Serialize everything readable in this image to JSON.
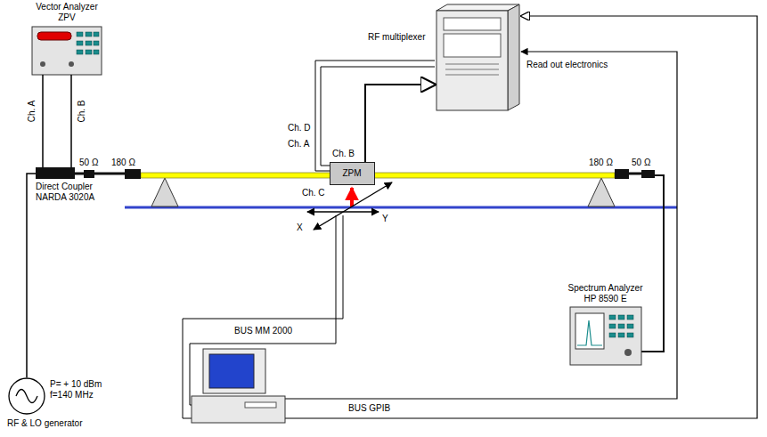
{
  "diagram": {
    "nodes": [
      {
        "text": [
          "Vector Analyzer ZPV"
        ]
      },
      {
        "text": [
          "Direct Coupler NARDA 3020A"
        ]
      },
      {
        "text": [
          "ZPM"
        ]
      },
      {
        "text": [
          "Read out electronics"
        ]
      },
      {
        "text": [
          "Spectrum Analyzer HP 8590 E"
        ]
      },
      {
        "text": [
          "P= + 10 dBm",
          "f=140 MHz",
          "RF & LO generator"
        ]
      }
    ],
    "edges": [
      {
        "from": 0,
        "to": 1,
        "arrow": "none",
        "label": "Ch. A"
      },
      {
        "from": 0,
        "to": 1,
        "arrow": "none",
        "label": "Ch. B"
      },
      {
        "from": 5,
        "to": 1,
        "arrow": "none"
      },
      {
        "from": 2,
        "to": 3,
        "arrow": "to",
        "label": "RF multiplexer"
      }
    ],
    "labels": [
      "50 Ω",
      "180 Ω",
      "180 Ω",
      "50 Ω",
      "Ch. D",
      "Ch. A",
      "Ch. B",
      "Ch. C",
      "X",
      "Y",
      "BUS MM 2000",
      "BUS GPIB"
    ]
  }
}
